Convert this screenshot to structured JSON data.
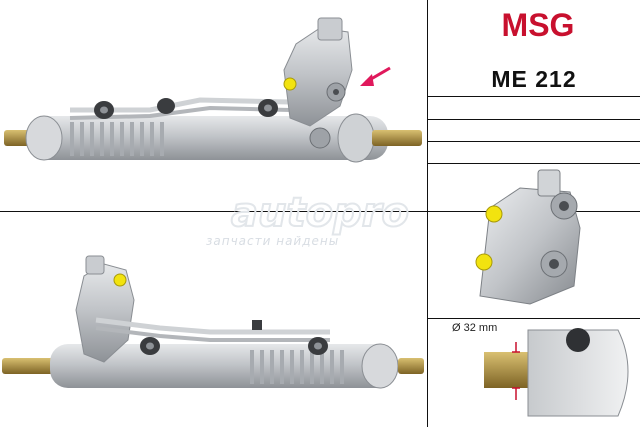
{
  "brand": {
    "logo_text": "MSG",
    "color": "#c8102e"
  },
  "part": {
    "number": "ME 212"
  },
  "watermark": {
    "text": "запчасти найдены",
    "logo_text": "autopro"
  },
  "detail": {
    "diameter_label": "Ø 32 mm"
  },
  "images": [
    {
      "name": "steering-rack-front-view"
    },
    {
      "name": "steering-rack-rear-view"
    },
    {
      "name": "valve-body-closeup"
    },
    {
      "name": "rack-end-closeup"
    }
  ],
  "colors": {
    "metal": "#b9bcc0",
    "yellow_cap": "#f2e30f",
    "brass": "#a8893a",
    "arrow": "#e0195c"
  }
}
